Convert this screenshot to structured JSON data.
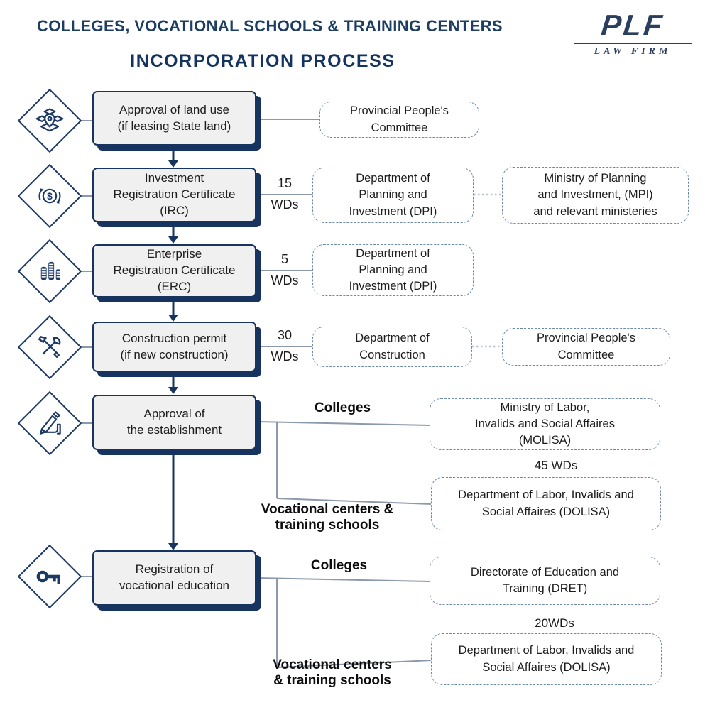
{
  "header": {
    "title": "COLLEGES, VOCATIONAL SCHOOLS & TRAINING CENTERS",
    "subtitle": "INCORPORATION PROCESS",
    "logo_text": "PLF",
    "logo_subtext": "LAW FIRM"
  },
  "colors": {
    "navy": "#17335f",
    "connector_gray": "#8b99ab",
    "dashed_border": "#6b88a8",
    "step_box_fill": "#f0f0f0"
  },
  "rows": [
    {
      "step": "Approval of land use\n(if leasing State land)",
      "icon": "land-plot-pin-icon",
      "authority": "Provincial People's\nCommittee"
    },
    {
      "step": "Investment\nRegistration Certificate\n(IRC)",
      "icon": "dollar-cycle-icon",
      "duration_value": "15",
      "duration_unit": "WDs",
      "authority": "Department of\nPlanning and\nInvestment (DPI)",
      "authority2": "Ministry of Planning\nand Investment, (MPI)\nand relevant ministeries"
    },
    {
      "step": "Enterprise\nRegistration Certificate\n(ERC)",
      "icon": "buildings-icon",
      "duration_value": "5",
      "duration_unit": "WDs",
      "authority": "Department of\nPlanning and\nInvestment (DPI)"
    },
    {
      "step": "Construction permit\n(if new construction)",
      "icon": "tools-icon",
      "duration_value": "30",
      "duration_unit": "WDs",
      "authority": "Department of\nConstruction",
      "authority2": "Provincial People's\nCommittee"
    },
    {
      "step": "Approval of\nthe establishment",
      "icon": "signing-hand-icon",
      "branch1_label": "Colleges",
      "branch1_authority": "Ministry of Labor,\nInvalids and Social Affaires\n(MOLISA)",
      "duration": "45 WDs",
      "branch2_label": "Vocational centers &\ntraining schools",
      "branch2_authority": "Department of Labor, Invalids and\nSocial Affaires (DOLISA)"
    },
    {
      "step": "Registration of\nvocational education",
      "icon": "key-icon",
      "branch1_label": "Colleges",
      "branch1_authority": "Directorate of Education and\nTraining (DRET)",
      "duration": "20WDs",
      "branch2_label": "Vocational centers\n& training schools",
      "branch2_authority": "Department of Labor, Invalids and\nSocial Affaires (DOLISA)"
    }
  ]
}
